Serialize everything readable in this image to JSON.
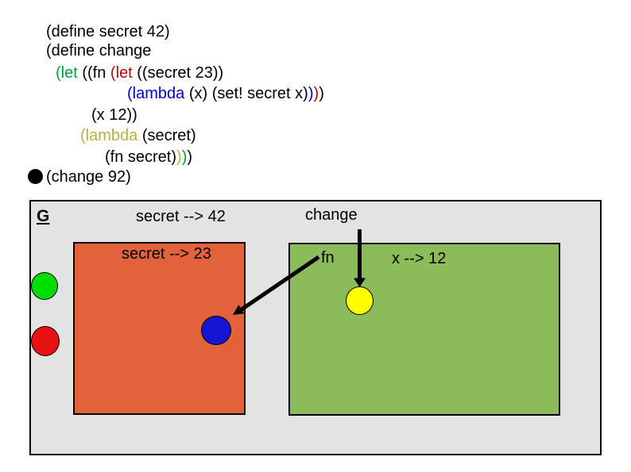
{
  "code": {
    "palette": {
      "k": "#000000",
      "g": "#00a03c",
      "r": "#c80000",
      "b": "#0000cc",
      "o": "#b4b23c"
    },
    "lines": [
      {
        "segments": [
          {
            "t": "(define secret 42)",
            "c": "k"
          }
        ]
      },
      {
        "segments": [
          {
            "t": "(define change",
            "c": "k"
          }
        ]
      },
      {
        "segments": [
          {
            "t": "(let",
            "c": "g"
          },
          {
            "t": " ((fn ",
            "c": "k"
          },
          {
            "t": "(let",
            "c": "r"
          },
          {
            "t": " ((secret 23))",
            "c": "k"
          }
        ]
      },
      {
        "segments": [
          {
            "t": "(lambda",
            "c": "b"
          },
          {
            "t": " (x) (set! secret x)",
            "c": "k"
          },
          {
            "t": ")",
            "c": "b"
          },
          {
            "t": ")",
            "c": "r"
          },
          {
            "t": ")",
            "c": "k"
          }
        ]
      },
      {
        "segments": [
          {
            "t": "(x 12))",
            "c": "k"
          }
        ]
      },
      {
        "segments": [
          {
            "t": "(lambda",
            "c": "o"
          },
          {
            "t": " (secret)",
            "c": "k"
          }
        ]
      },
      {
        "segments": [
          {
            "t": "(fn secret)",
            "c": "k"
          },
          {
            "t": ")",
            "c": "o"
          },
          {
            "t": ")",
            "c": "g"
          },
          {
            "t": ")",
            "c": "k"
          }
        ]
      },
      {
        "bullet": true,
        "segments": [
          {
            "t": "(change 92)",
            "c": "k"
          }
        ]
      }
    ]
  },
  "diagram": {
    "env_name": "G",
    "canvas_fill": "#e3e3e3",
    "global_frame": {
      "secret_binding": "secret --> 42",
      "change_label": "change"
    },
    "orange_frame": {
      "secret_binding": "secret --> 23",
      "fill": "#e2623c"
    },
    "green_frame": {
      "fn_label": "fn",
      "x_binding": "x --> 12",
      "fill": "#8cbb59"
    },
    "circles": {
      "green": "#00dd00",
      "red": "#e81010",
      "blue": "#1616d0",
      "yellow": "#ffff00"
    },
    "arrow_color": "#000000"
  }
}
